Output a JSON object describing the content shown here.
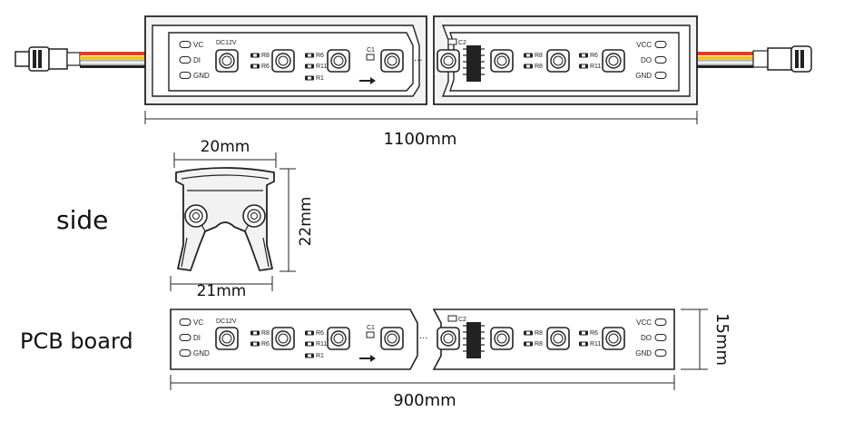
{
  "labels": {
    "length_total": "1100mm",
    "width_top": "20mm",
    "height_side": "22mm",
    "width_bottom": "21mm",
    "side": "side",
    "pcb_board": "PCB board",
    "pcb_width": "15mm",
    "pcb_length": "900mm"
  },
  "pcb": {
    "left_pads": [
      "VC",
      "DI",
      "GND"
    ],
    "right_pads": [
      "VCC",
      "DO",
      "GND"
    ],
    "voltage": "DC12V",
    "c1": "C1",
    "c2": "C2",
    "resistors_a": [
      "R8",
      "R6"
    ],
    "resistors_b": [
      "R6",
      "R11",
      "R1"
    ],
    "resistors_c": [
      "R8",
      "R8"
    ],
    "resistors_d": [
      "R6",
      "R11"
    ]
  },
  "colors": {
    "outline": "#222222",
    "channel_fill": "#f2f2f2",
    "wire_red": "#e23b2e",
    "wire_yellow": "#f6c31a",
    "wire_white": "#ffffff"
  }
}
